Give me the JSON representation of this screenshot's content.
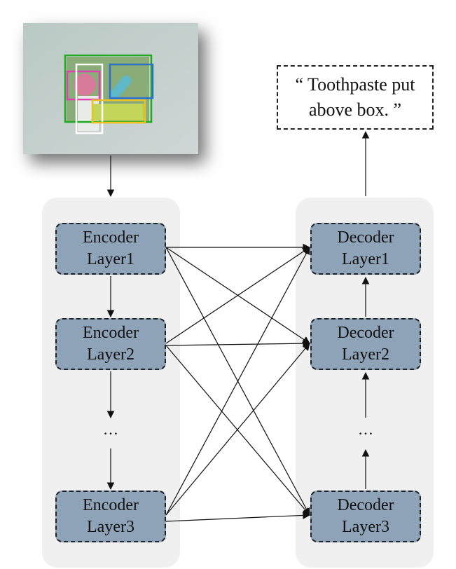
{
  "output": {
    "caption": "“ Toothpaste put above box. ”"
  },
  "encoder": {
    "layers": [
      {
        "line1": "Encoder",
        "line2": "Layer1"
      },
      {
        "line1": "Encoder",
        "line2": "Layer2"
      },
      {
        "line1": "Encoder",
        "line2": "Layer3"
      }
    ],
    "ellipsis": "…"
  },
  "decoder": {
    "layers": [
      {
        "line1": "Decoder",
        "line2": "Layer1"
      },
      {
        "line1": "Decoder",
        "line2": "Layer2"
      },
      {
        "line1": "Decoder",
        "line2": "Layer3"
      }
    ],
    "ellipsis": "…"
  },
  "colors": {
    "layer_fill": "#8fa3b8",
    "panel_fill": "#f0f0f0",
    "bbox_green": "#22aa22",
    "bbox_blue": "#2f6fd0",
    "bbox_pink": "#e040b0",
    "bbox_white": "#ffffff",
    "bbox_yellow": "#f0c020"
  }
}
